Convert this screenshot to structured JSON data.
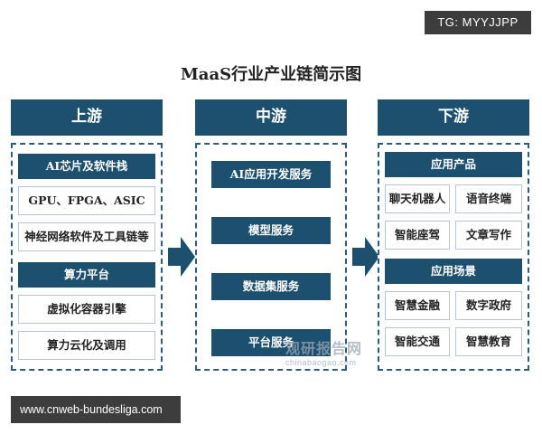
{
  "tag": "TG: MYYJJPP",
  "title": "MaaS行业产业链简示图",
  "upstream": {
    "header": "上游",
    "group1": {
      "title": "AI芯片及软件栈",
      "items": [
        "GPU、FPGA、ASIC",
        "神经网络软件及工具链等"
      ]
    },
    "group2": {
      "title": "算力平台",
      "items": [
        "虚拟化容器引擎",
        "算力云化及调用"
      ]
    }
  },
  "midstream": {
    "header": "中游",
    "items": [
      "AI应用开发服务",
      "模型服务",
      "数据集服务",
      "平台服务"
    ]
  },
  "downstream": {
    "header": "下游",
    "group1": {
      "title": "应用产品",
      "items": [
        "聊天机器人",
        "语音终端",
        "智能座驾",
        "文章写作"
      ]
    },
    "group2": {
      "title": "应用场景",
      "items": [
        "智慧金融",
        "数字政府",
        "智能交通",
        "智慧教育"
      ]
    }
  },
  "watermark": {
    "line1": "观研报告网",
    "line2": "chinabaogao.com"
  },
  "footer_url": "www.cnweb-bundesliga.com",
  "colors": {
    "primary": "#1d4f6e",
    "border": "#2a5d7c",
    "cell_border": "#b7c6d2"
  }
}
